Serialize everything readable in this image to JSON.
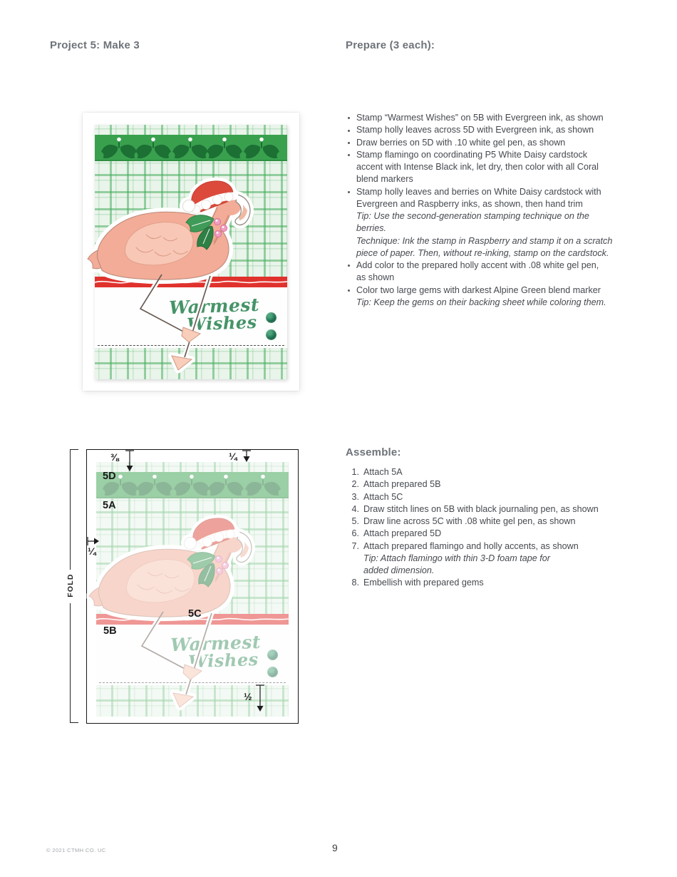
{
  "page": {
    "project_title": "Project 5: Make 3",
    "prepare_title": "Prepare (3 each):",
    "assemble_title": "Assemble:",
    "footer_copyright": "© 2021 CTMH CO. UC",
    "page_number": "9"
  },
  "card": {
    "sentiment_line1": "Warmest",
    "sentiment_line2": "Wishes"
  },
  "diagram": {
    "fold_label": "FOLD",
    "part_labels": {
      "d5": "5D",
      "a5": "5A",
      "c5": "5C",
      "b5": "5B"
    },
    "measurements": {
      "top_left": "⅜",
      "top_right": "¼",
      "left": "¼",
      "bottom": "½"
    }
  },
  "colors": {
    "plaid_green": "#4aae60",
    "strip_green": "#39a14e",
    "holly_dark_green": "#1c7034",
    "stripe_red": "#e0322d",
    "sentiment_green": "#459468",
    "gem_green": "#1d6f4e",
    "flamingo_coral": "#f3ac97",
    "hat_red": "#dc4a3c",
    "berry_pink": "#ee9fc0"
  },
  "prepare": {
    "items": [
      {
        "lines": [
          {
            "t": "Stamp “Warmest Wishes” on 5B with Evergreen ink, as shown",
            "i": false
          }
        ]
      },
      {
        "lines": [
          {
            "t": "Stamp holly leaves across 5D with Evergreen ink, as shown",
            "i": false
          }
        ]
      },
      {
        "lines": [
          {
            "t": "Draw berries on 5D with .10 white gel pen, as shown",
            "i": false
          }
        ]
      },
      {
        "lines": [
          {
            "t": "Stamp flamingo on coordinating P5 White Daisy cardstock",
            "i": false
          },
          {
            "t": "accent with Intense Black ink, let dry, then color with all Coral",
            "i": false
          },
          {
            "t": "blend markers",
            "i": false
          }
        ]
      },
      {
        "lines": [
          {
            "t": "Stamp holly leaves and berries on White Daisy cardstock with",
            "i": false
          },
          {
            "t": "Evergreen and Raspberry inks, as shown, then hand trim",
            "i": false
          },
          {
            "t": "Tip: Use the second-generation stamping technique on the",
            "i": true
          },
          {
            "t": "berries.",
            "i": true
          },
          {
            "t": "Technique: Ink the stamp in Raspberry and stamp it on a scratch",
            "i": true
          },
          {
            "t": "piece of paper. Then, without re-inking, stamp on the cardstock.",
            "i": true
          }
        ]
      },
      {
        "lines": [
          {
            "t": "Add color to the prepared holly accent with .08 white gel pen,",
            "i": false
          },
          {
            "t": "as shown",
            "i": false
          }
        ]
      },
      {
        "lines": [
          {
            "t": "Color two large gems with darkest Alpine Green blend marker",
            "i": false
          },
          {
            "t": "Tip: Keep the gems on their backing sheet while coloring them.",
            "i": true
          }
        ]
      }
    ]
  },
  "assemble": {
    "items": [
      {
        "lines": [
          {
            "t": "Attach 5A",
            "i": false
          }
        ]
      },
      {
        "lines": [
          {
            "t": "Attach prepared 5B",
            "i": false
          }
        ]
      },
      {
        "lines": [
          {
            "t": "Attach 5C",
            "i": false
          }
        ]
      },
      {
        "lines": [
          {
            "t": "Draw stitch lines on 5B with black journaling pen, as shown",
            "i": false
          }
        ]
      },
      {
        "lines": [
          {
            "t": "Draw line across 5C with .08 white gel pen, as shown",
            "i": false
          }
        ]
      },
      {
        "lines": [
          {
            "t": "Attach prepared 5D",
            "i": false
          }
        ]
      },
      {
        "lines": [
          {
            "t": "Attach prepared flamingo and holly accents, as shown",
            "i": false
          },
          {
            "t": "Tip: Attach flamingo with thin 3-D foam tape for",
            "i": true
          },
          {
            "t": "added dimension.",
            "i": true
          }
        ]
      },
      {
        "lines": [
          {
            "t": "Embellish with prepared gems",
            "i": false
          }
        ]
      }
    ]
  }
}
